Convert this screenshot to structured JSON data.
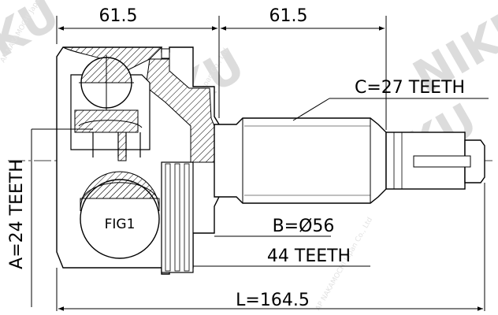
{
  "dimensions": {
    "top_left": "61.5",
    "top_right": "61.5",
    "c_teeth": "C=27 TEETH",
    "b_diameter": "B=Ø56",
    "abs_teeth": "44 TEETH",
    "length": "L=164.5",
    "a_teeth": "A=24 TEETH"
  },
  "figure_label": "FIG1",
  "watermark": {
    "brand": "NIKU",
    "small_text": "AP NAKAMOCHI Japan Co., Ltd"
  },
  "colors": {
    "line": "#000000",
    "watermark": "#dcdcdc",
    "background": "#ffffff"
  }
}
